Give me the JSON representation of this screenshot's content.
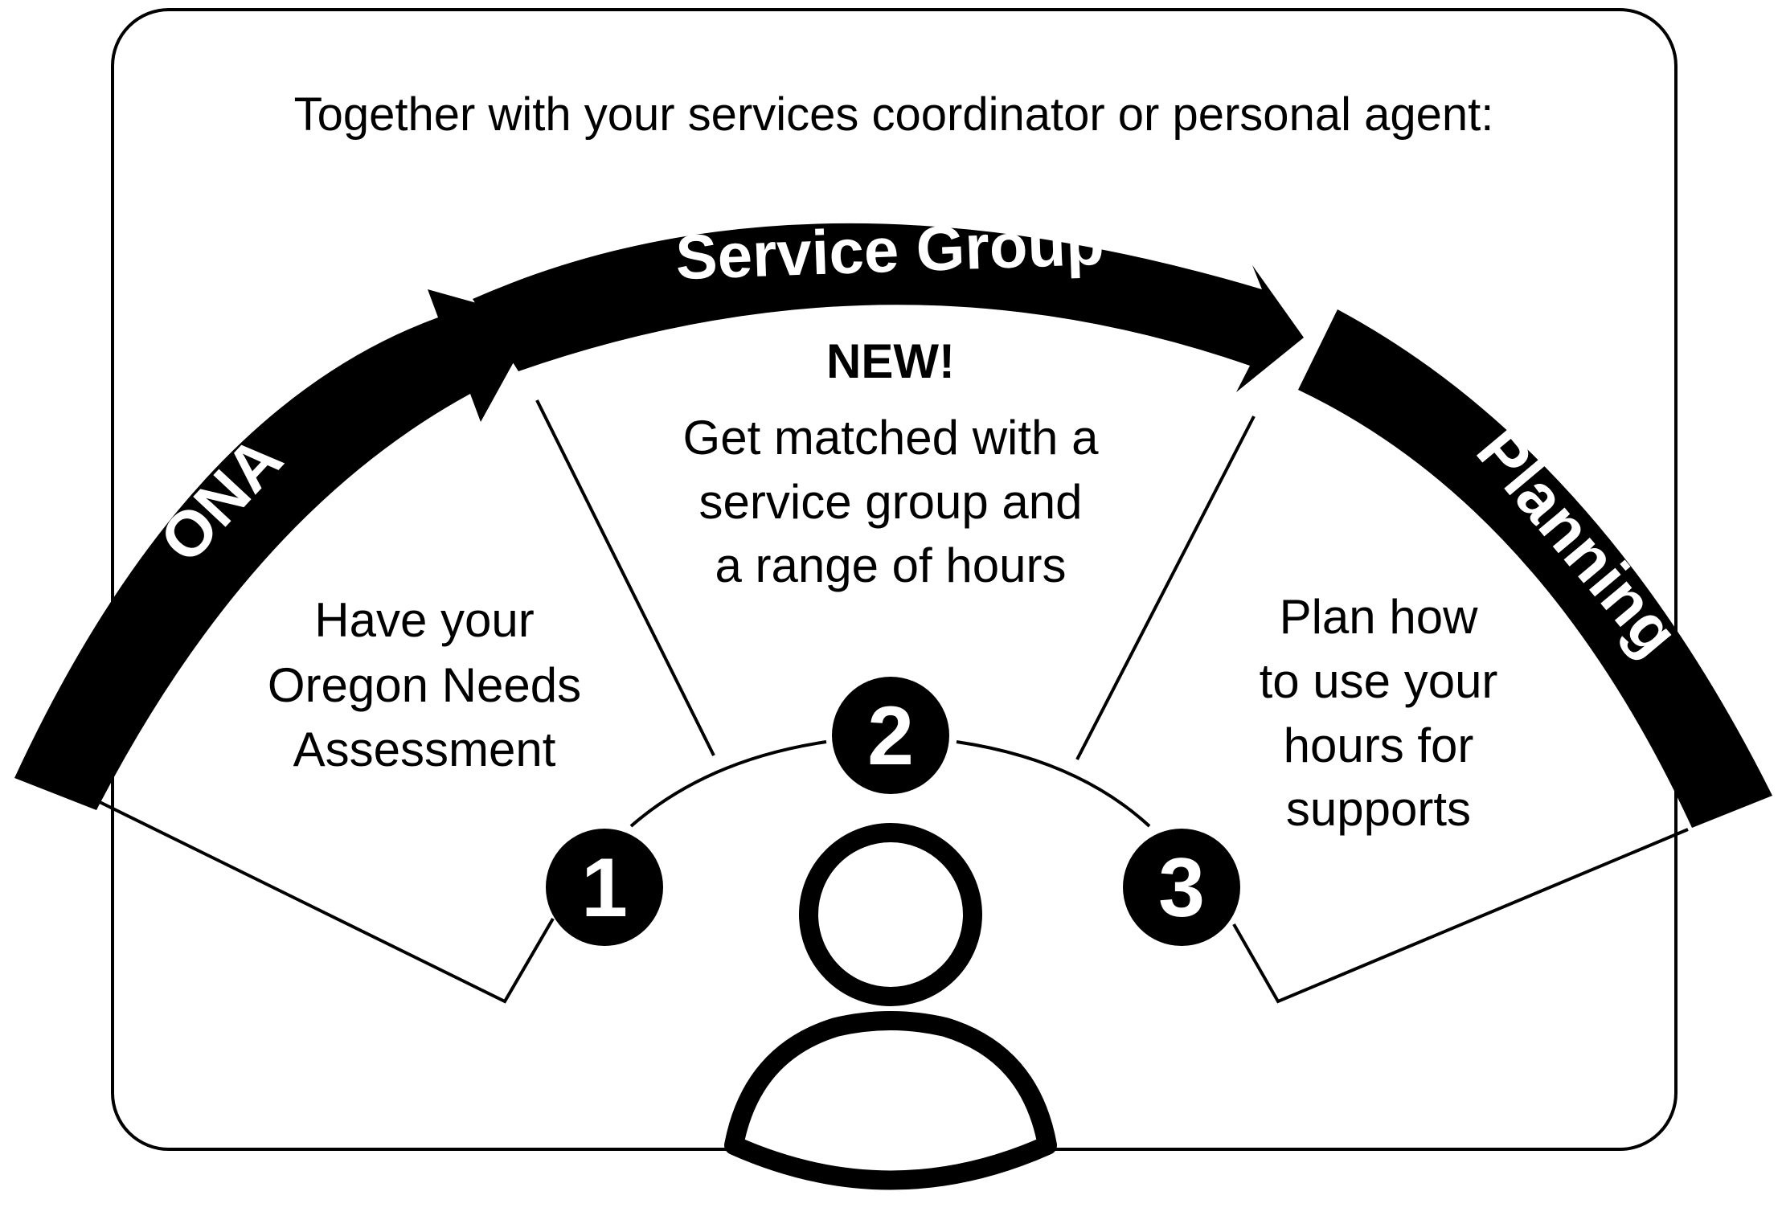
{
  "heading": "Together with your services coordinator or personal agent:",
  "colors": {
    "ink": "#000000",
    "paper": "#ffffff"
  },
  "bands": {
    "ona": "ONA",
    "service_group": "Service Group",
    "planning": "Planning"
  },
  "steps": [
    {
      "number": "1",
      "lines": [
        "Have your",
        "Oregon Needs",
        "Assessment"
      ]
    },
    {
      "number": "2",
      "badge": "NEW!",
      "lines": [
        "Get matched with a",
        "service group and",
        "a range of hours"
      ]
    },
    {
      "number": "3",
      "lines": [
        "Plan how",
        "to use your",
        "hours for",
        "supports"
      ]
    }
  ],
  "icons": {
    "person": "person-icon"
  }
}
